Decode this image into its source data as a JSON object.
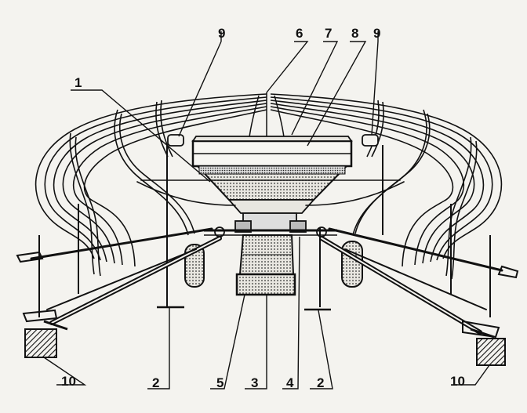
{
  "callouts": {
    "c1": "1",
    "c2_left": "2",
    "c2_right": "2",
    "c3": "3",
    "c4": "4",
    "c5": "5",
    "c6": "6",
    "c7": "7",
    "c8": "8",
    "c9_left": "9",
    "c9_right": "9",
    "c10_left": "10",
    "c10_right": "10"
  }
}
